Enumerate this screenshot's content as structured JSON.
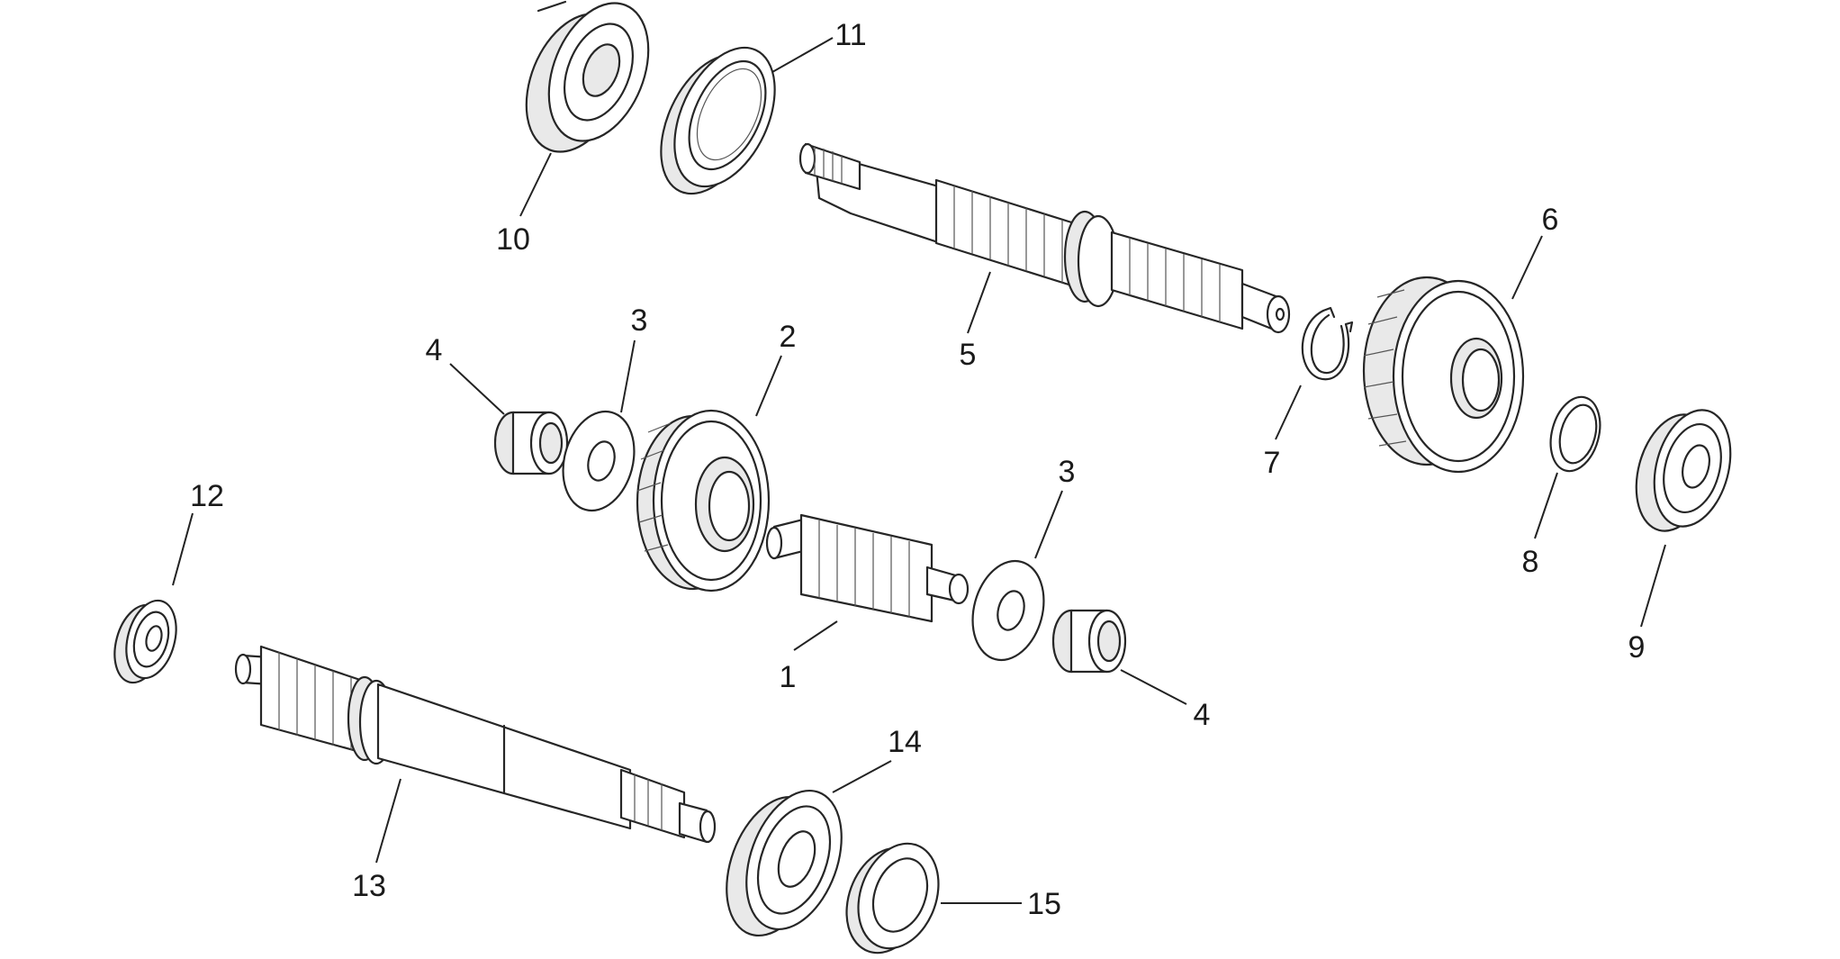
{
  "callouts": [
    {
      "id": "1",
      "label": "1"
    },
    {
      "id": "2",
      "label": "2"
    },
    {
      "id": "3a",
      "label": "3"
    },
    {
      "id": "3b",
      "label": "3"
    },
    {
      "id": "4a",
      "label": "4"
    },
    {
      "id": "4b",
      "label": "4"
    },
    {
      "id": "5",
      "label": "5"
    },
    {
      "id": "6",
      "label": "6"
    },
    {
      "id": "7",
      "label": "7"
    },
    {
      "id": "8",
      "label": "8"
    },
    {
      "id": "9",
      "label": "9"
    },
    {
      "id": "10",
      "label": "10"
    },
    {
      "id": "11",
      "label": "11"
    },
    {
      "id": "12",
      "label": "12"
    },
    {
      "id": "13",
      "label": "13"
    },
    {
      "id": "14",
      "label": "14"
    },
    {
      "id": "15",
      "label": "15"
    }
  ]
}
